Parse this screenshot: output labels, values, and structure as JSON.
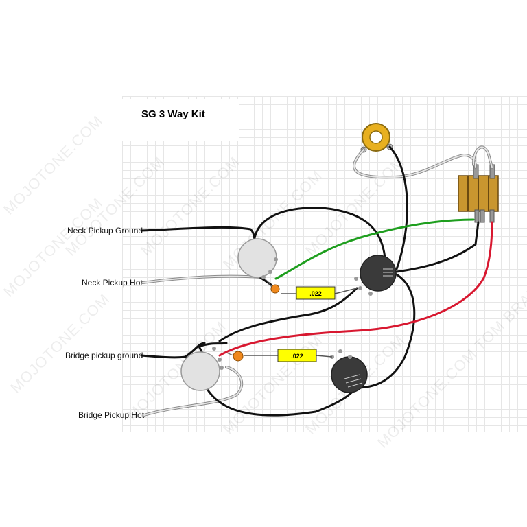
{
  "diagram": {
    "title": "SG 3 Way Kit",
    "labels": {
      "neck_ground": "Neck Pickup Ground",
      "neck_hot": "Neck Pickup Hot",
      "bridge_ground": "Bridge pickup ground",
      "bridge_hot": "Bridge Pickup Hot"
    },
    "capacitors": {
      "top": ".022",
      "bottom": ".022"
    },
    "watermark": {
      "text": "MOJOTONE.COM",
      "credit": "MOJOTONE.COM TOM BRANTLEY"
    },
    "colors": {
      "wire_black": "#111111",
      "wire_green": "#22b022",
      "wire_red": "#d81830",
      "wire_white": "#cfcfcf",
      "capacitor_fill": "#ffff00",
      "switch_body": "#c89a3a",
      "pot_light": "#e2e2e2",
      "pot_dark": "#3a3a3a"
    }
  }
}
